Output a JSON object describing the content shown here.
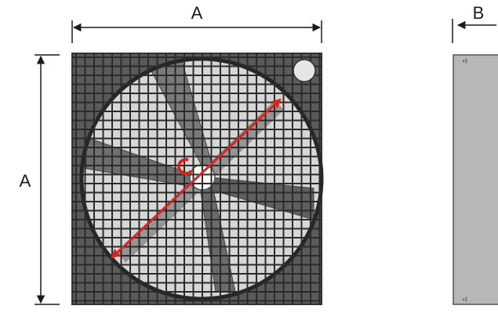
{
  "labels": {
    "width_dimension": "A",
    "height_dimension": "A",
    "depth_dimension": "B",
    "diameter_marker": "C"
  },
  "colors": {
    "frame": "#4a4a4a",
    "grille": "#2b2b2b",
    "blade": "#6a6a6a",
    "side_panel": "#b7b7b7",
    "accent": "#d9231d",
    "dimension_line": "#1a1a1a"
  },
  "icons": [
    "diameter-arrow",
    "rotation-arrow-icon"
  ]
}
